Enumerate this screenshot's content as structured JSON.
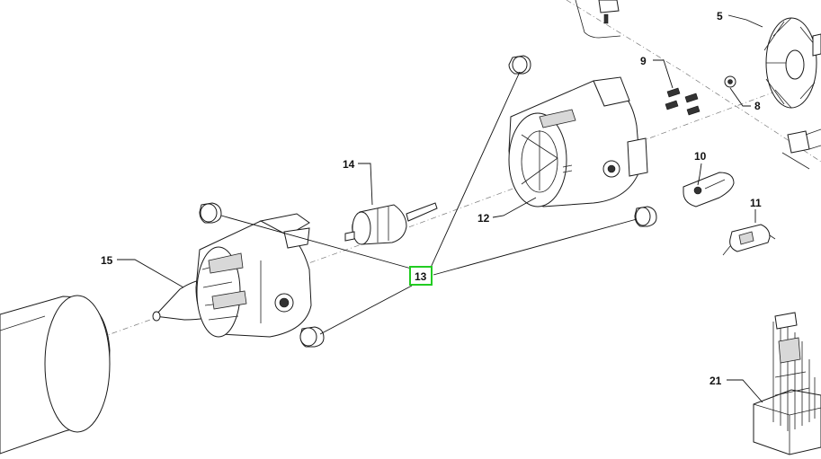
{
  "callouts": [
    {
      "id": "5",
      "label": "5"
    },
    {
      "id": "8",
      "label": "8"
    },
    {
      "id": "9",
      "label": "9"
    },
    {
      "id": "10",
      "label": "10"
    },
    {
      "id": "11",
      "label": "11"
    },
    {
      "id": "12",
      "label": "12"
    },
    {
      "id": "13",
      "label": "13",
      "highlighted": true
    },
    {
      "id": "14",
      "label": "14"
    },
    {
      "id": "15",
      "label": "15"
    },
    {
      "id": "21",
      "label": "21"
    }
  ],
  "colors": {
    "line": "#1a1a1a",
    "highlight": "#22cc22",
    "background": "#ffffff"
  }
}
